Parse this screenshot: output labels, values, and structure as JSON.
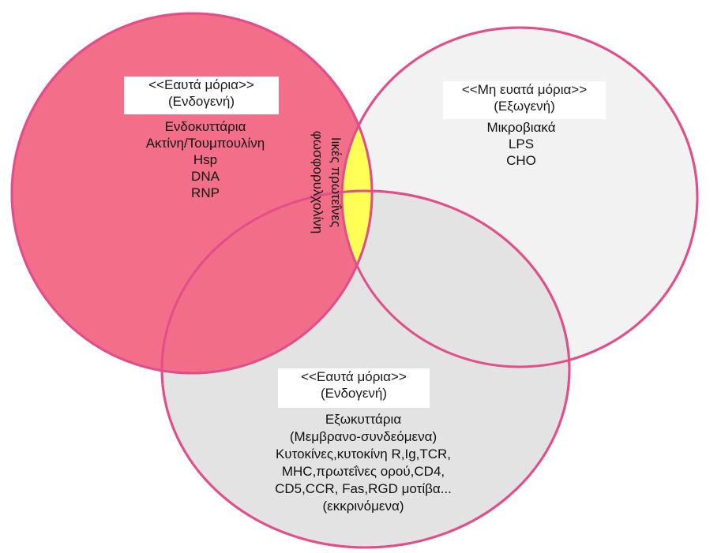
{
  "colors": {
    "left_circle_fill": "#f26a86",
    "left_circle_stroke": "#e24d8a",
    "right_circle_fill": "#f2f2f2",
    "right_circle_stroke": "#e24d8a",
    "bottom_circle_fill": "#e3e3e3",
    "bottom_circle_stroke": "#e24d8a",
    "center_lens_fill": "#ffff55"
  },
  "left": {
    "title": "<<Εαυτά μόρια>>",
    "subtitle": "(Ενδογενή)",
    "items": [
      "Ενδοκυττάρια",
      "Ακτίνη/Τουμπουλίνη",
      "Hsp",
      "DNA",
      "RNP"
    ]
  },
  "right": {
    "title": "<<Μη ευατά μόρια>>",
    "subtitle": "(Εξωγενή)",
    "items": [
      "Μικροβιακά",
      "LPS",
      "CHO"
    ]
  },
  "center": {
    "line1": "Ιικές πρωτεΐνες",
    "line2": "φωσφορυλχολίνη"
  },
  "bottom": {
    "title": "<<Εαυτά μόρια>>",
    "subtitle": "(Ενδογενή)",
    "items": [
      "Εξωκυττάρια",
      "(Μεμβρανο-συνδεόμενα)",
      "Κυτοκίνες,κυτοκίνη R,Ig,TCR,",
      "MHC,πρωτεΐνες ορού,CD4,",
      "CD5,CCR, Fas,RGD μοτίβα...",
      "(εκκρινόμενα)"
    ]
  }
}
